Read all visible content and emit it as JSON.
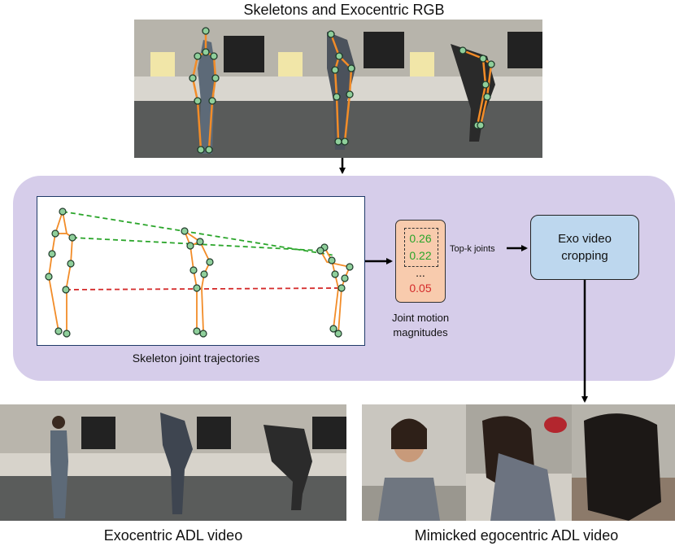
{
  "top_title": "Skeletons and Exocentric RGB",
  "trajectory_label": "Skeleton joint trajectories",
  "magnitudes": {
    "values": [
      "0.26",
      "0.22",
      "...",
      "0.05"
    ],
    "label_line1": "Joint motion",
    "label_line2": "magnitudes"
  },
  "topk_label": "Top-k joints",
  "exo_box": {
    "line1": "Exo video",
    "line2": "cropping"
  },
  "bottom_left_title": "Exocentric ADL video",
  "bottom_right_title": "Mimicked egocentric ADL video",
  "colors": {
    "panel": "#d6cdea",
    "skeleton": "#f28c28",
    "joint": "#8fcf9b",
    "dash_green": "#2aa52a",
    "dash_red": "#d42a2a",
    "value_green": "#2aa52a",
    "value_red": "#d42a2a",
    "magnitude_box": "#f8cbad",
    "exo_box": "#bdd7ee"
  }
}
